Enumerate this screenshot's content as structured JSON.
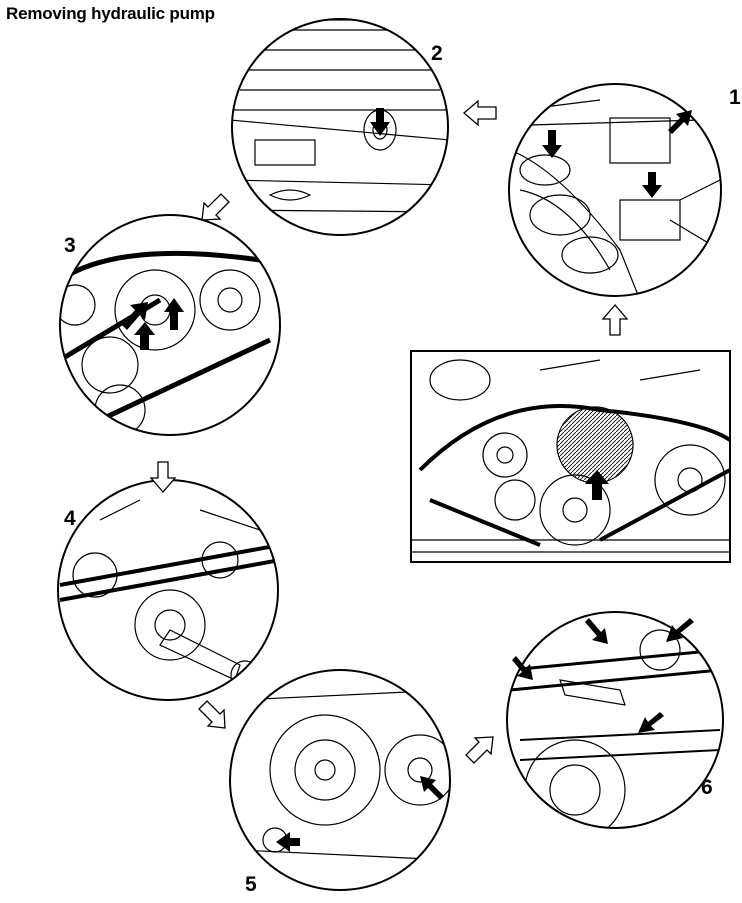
{
  "title": "Removing hydraulic pump",
  "steps": [
    "1",
    "2",
    "3",
    "4",
    "5",
    "6"
  ]
}
